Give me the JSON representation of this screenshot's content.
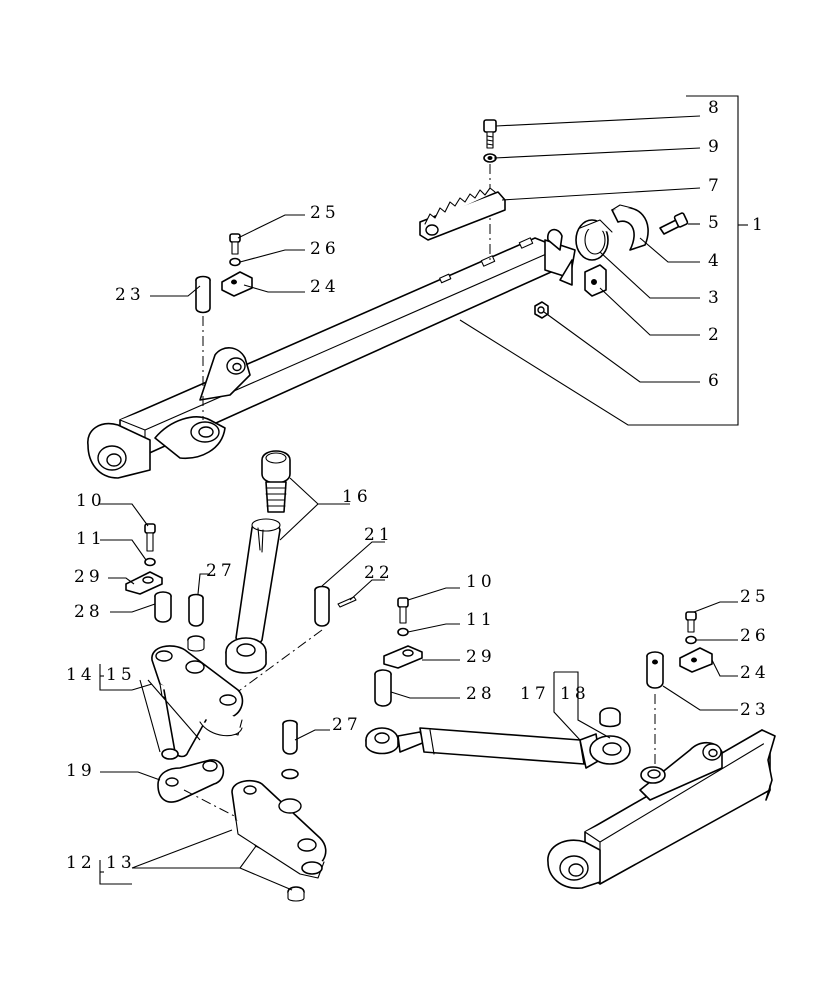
{
  "callouts": {
    "c1": "1",
    "c2": "2",
    "c3": "3",
    "c4": "4",
    "c5": "5",
    "c6": "6",
    "c7": "7",
    "c8": "8",
    "c9": "9",
    "c10a": "10",
    "c10b": "10",
    "c11a": "11",
    "c11b": "11",
    "c12": "12",
    "c13": "13",
    "c14": "14",
    "c15": "15",
    "c16": "16",
    "c17": "17",
    "c18": "18",
    "c19": "19",
    "c21": "21",
    "c22": "22",
    "c23a": "23",
    "c23b": "23",
    "c24a": "24",
    "c24b": "24",
    "c25a": "25",
    "c25b": "25",
    "c26a": "26",
    "c26b": "26",
    "c27a": "27",
    "c27b": "27",
    "c28a": "28",
    "c28b": "28",
    "c29a": "29",
    "c29b": "29"
  }
}
